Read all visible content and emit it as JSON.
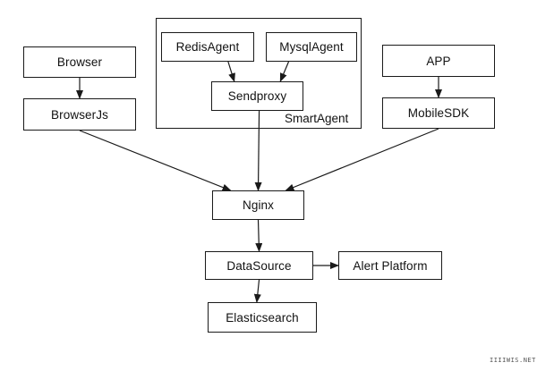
{
  "diagram": {
    "nodes": {
      "browser": "Browser",
      "browserjs": "BrowserJs",
      "redis_agent": "RedisAgent",
      "mysql_agent": "MysqlAgent",
      "sendproxy": "Sendproxy",
      "app": "APP",
      "mobile_sdk": "MobileSDK",
      "nginx": "Nginx",
      "datasource": "DataSource",
      "alert_platform": "Alert Platform",
      "elasticsearch": "Elasticsearch"
    },
    "group": {
      "label": "SmartAgent"
    },
    "edges": [
      {
        "from": "browser",
        "to": "browserjs"
      },
      {
        "from": "redis_agent",
        "to": "sendproxy"
      },
      {
        "from": "mysql_agent",
        "to": "sendproxy"
      },
      {
        "from": "app",
        "to": "mobile_sdk"
      },
      {
        "from": "browserjs",
        "to": "nginx"
      },
      {
        "from": "sendproxy",
        "to": "nginx"
      },
      {
        "from": "mobile_sdk",
        "to": "nginx"
      },
      {
        "from": "nginx",
        "to": "datasource"
      },
      {
        "from": "datasource",
        "to": "alert_platform"
      },
      {
        "from": "datasource",
        "to": "elasticsearch"
      }
    ]
  },
  "watermark": "IIIIWIS.NET"
}
